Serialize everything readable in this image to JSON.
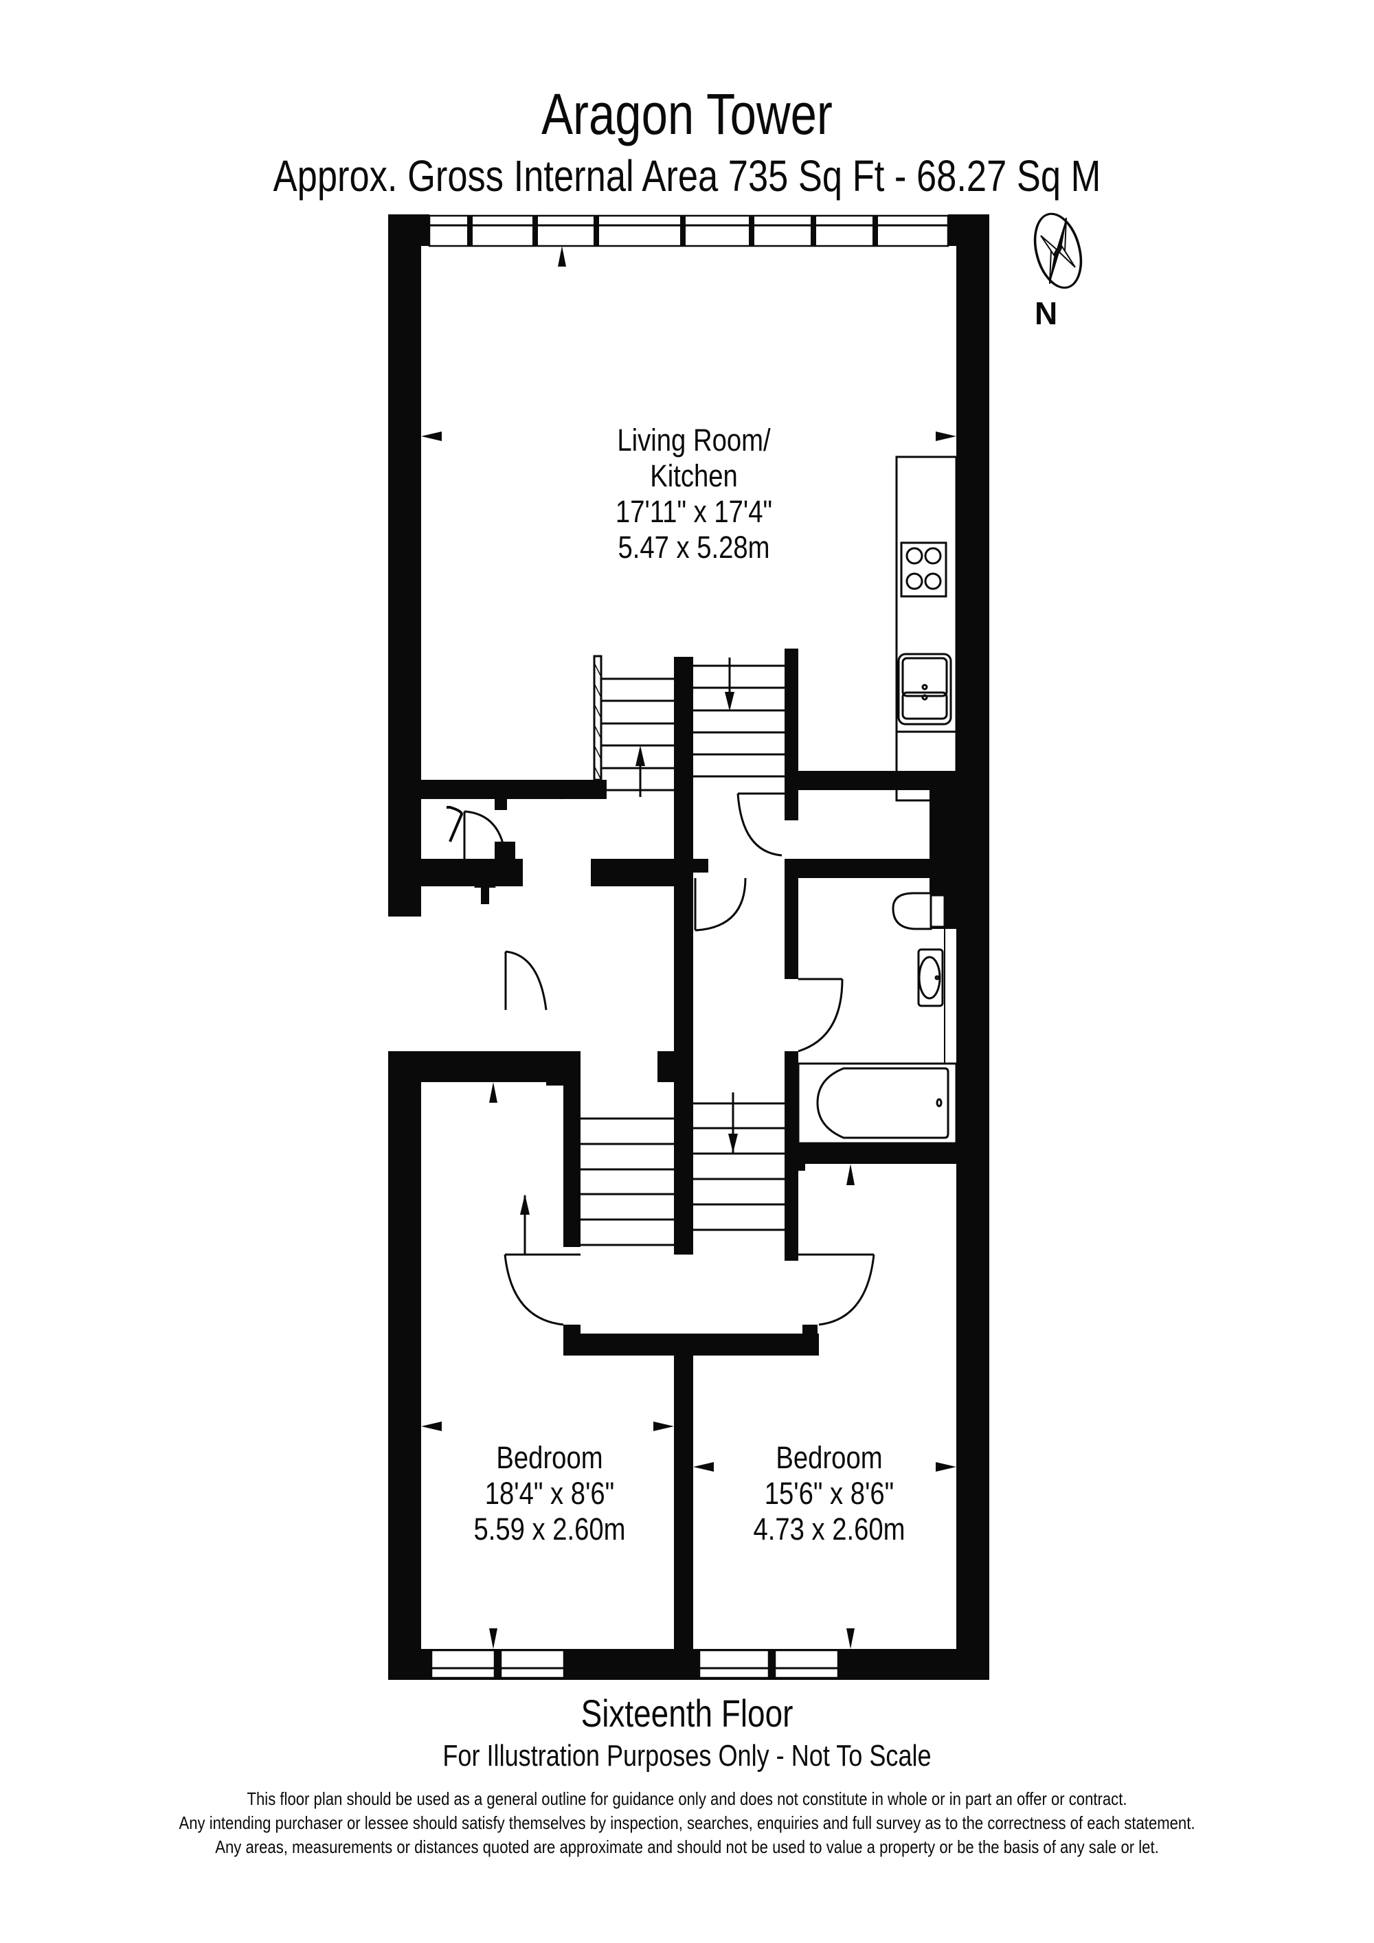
{
  "header": {
    "title": "Aragon Tower",
    "subtitle": "Approx. Gross Internal Area 735 Sq Ft  -  68.27 Sq M"
  },
  "compass": {
    "icon": "compass-rose-icon",
    "label": "N"
  },
  "rooms": [
    {
      "name_line1": "Living Room/",
      "name_line2": "Kitchen",
      "imperial": "17'11\" x 17'4\"",
      "metric": "5.47 x 5.28m"
    },
    {
      "name_line1": "Bedroom",
      "imperial": "18'4\" x 8'6\"",
      "metric": "5.59 x 2.60m"
    },
    {
      "name_line1": "Bedroom",
      "imperial": "15'6\" x 8'6\"",
      "metric": "4.73 x 2.60m"
    }
  ],
  "footer": {
    "floor": "Sixteenth Floor",
    "note": "For Illustration Purposes Only - Not To Scale",
    "disclaimer": [
      "This floor plan should be used as a general outline for guidance only and does not constitute in whole or in part an offer or contract.",
      "Any intending purchaser or lessee should satisfy themselves by inspection, searches, enquiries and full survey as to the correctness of each statement.",
      "Any areas, measurements or distances quoted are approximate and should not be used to value a property or be the basis of any sale or let."
    ]
  },
  "fixtures": [
    "hob-icon",
    "double-sink-icon",
    "toilet-icon",
    "basin-icon",
    "bathtub-icon",
    "entrance-arrow-icon",
    "stairs-icon"
  ]
}
